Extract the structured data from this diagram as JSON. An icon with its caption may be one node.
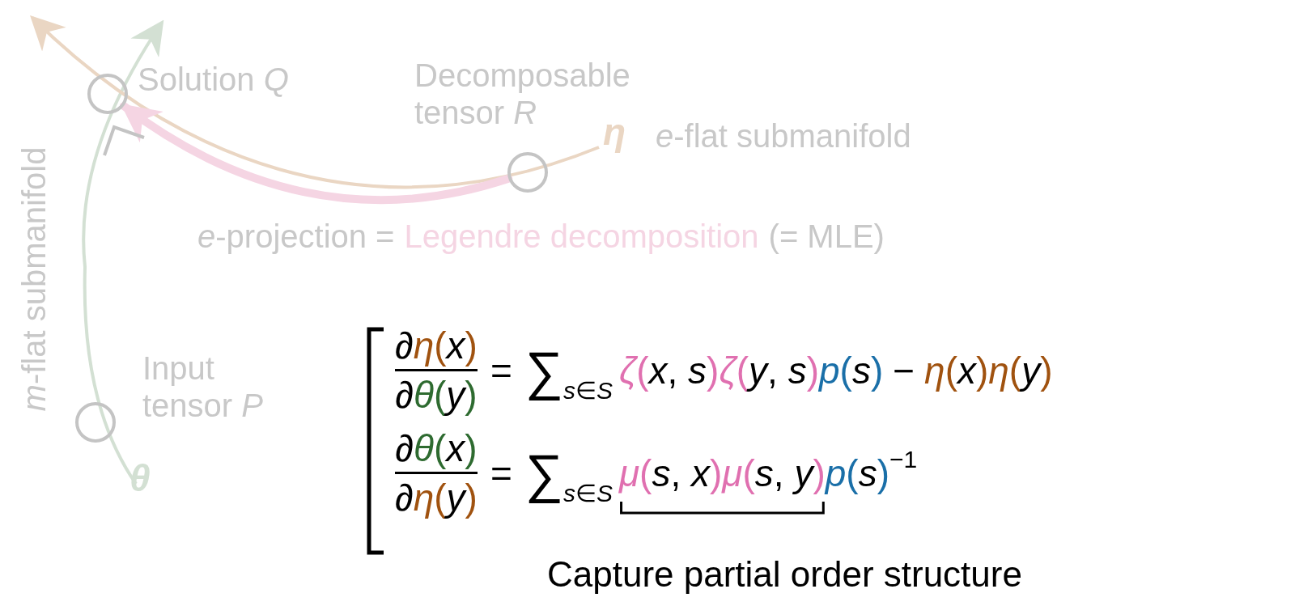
{
  "diagram": {
    "nodes": [
      {
        "text": [],
        "shape": "circle",
        "beside": [
          "Solution *Q*"
        ]
      },
      {
        "text": [],
        "shape": "circle",
        "beside": [
          "Decomposable tensor *R*"
        ]
      },
      {
        "text": [],
        "shape": "circle",
        "beside": [
          "Input tensor *P*"
        ]
      }
    ],
    "edges": [
      {
        "from": 1,
        "to": 0,
        "arrow": "to",
        "color": "#f5d5e3"
      }
    ],
    "labels": [
      "η",
      "*e*-flat submanifold",
      "*m*-flat submanifold",
      "θ",
      "*e*-projection =",
      "Legendre decomposition",
      "(= MLE)",
      "∂",
      "*η*(",
      "x",
      ")",
      "∂",
      "*θ*(",
      "y",
      ")",
      "=",
      "∑",
      "*s*∈*S*",
      "*ζ*(",
      "*x*, *s*",
      ")",
      "*ζ*(",
      "*y*, *s*",
      ")",
      "*p*(",
      "s",
      ")",
      "−",
      "*η*(",
      "x",
      ")",
      "*η*(",
      "y",
      ")",
      "∂",
      "*θ*(",
      "x",
      ")",
      "∂",
      "*η*(",
      "y",
      ")",
      "=",
      "∑",
      "*s*∈*S*",
      "*μ*(",
      "*s*, *x*",
      ")",
      "*μ*(",
      "*s*, *y*",
      ")",
      "*p*(",
      "s",
      ")",
      "−1",
      "Capture partial order structure"
    ]
  }
}
